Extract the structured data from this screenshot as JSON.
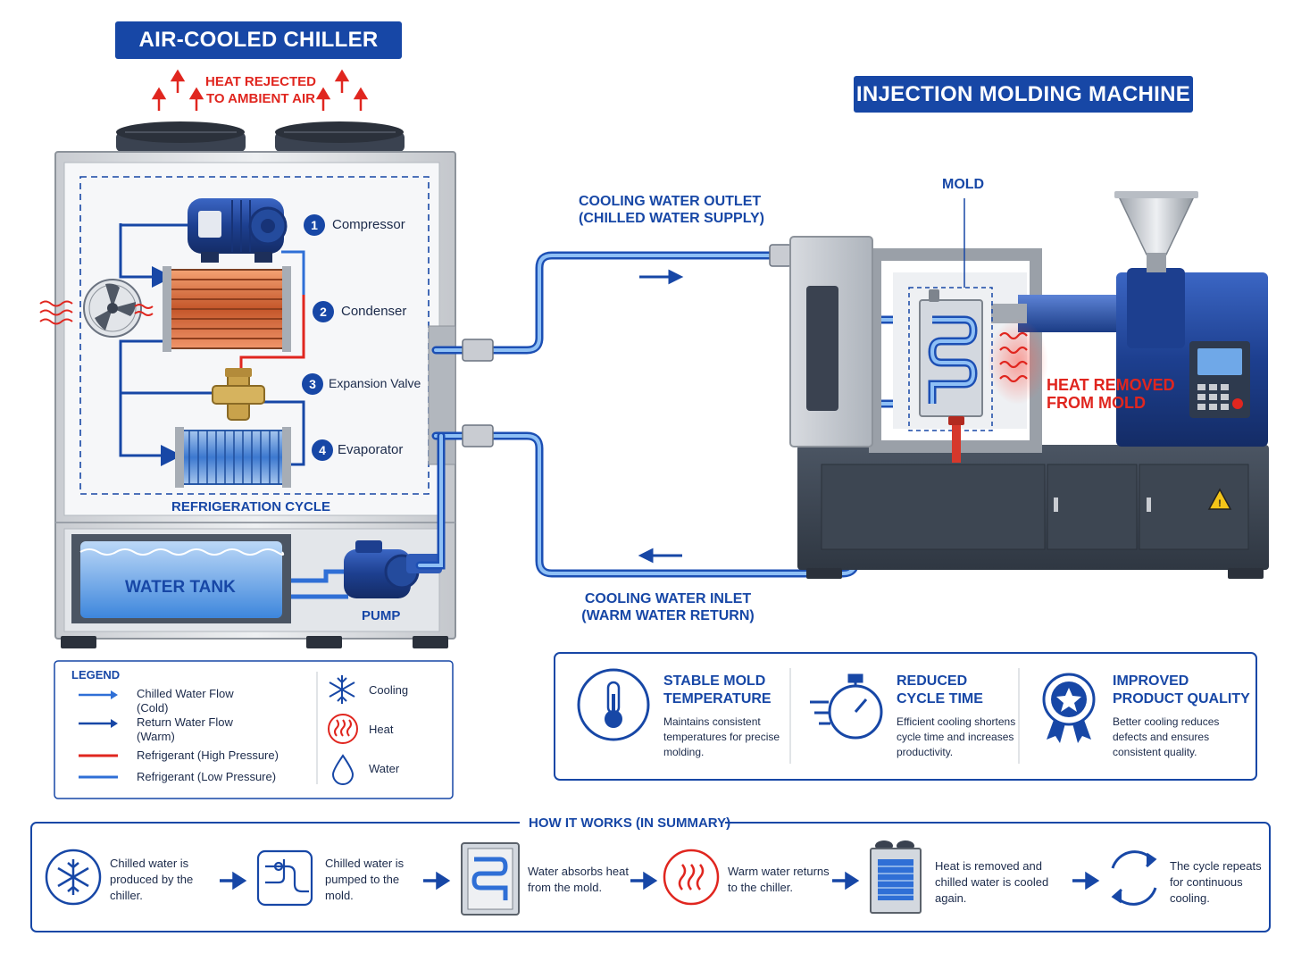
{
  "chiller": {
    "title": "AIR-COOLED CHILLER",
    "heat_rejected_line1": "HEAT REJECTED",
    "heat_rejected_line2": "TO AMBIENT AIR",
    "refrigeration_cycle": "REFRIGERATION CYCLE",
    "water_tank": "WATER TANK",
    "pump": "PUMP",
    "steps": [
      {
        "num": "1",
        "label": "Compressor"
      },
      {
        "num": "2",
        "label": "Condenser"
      },
      {
        "num": "3",
        "label": "Expansion Valve"
      },
      {
        "num": "4",
        "label": "Evaporator"
      }
    ]
  },
  "machine": {
    "title": "INJECTION MOLDING MACHINE",
    "mold": "MOLD",
    "heat_removed_line1": "HEAT REMOVED",
    "heat_removed_line2": "FROM MOLD"
  },
  "flows": {
    "outlet_line1": "COOLING WATER OUTLET",
    "outlet_line2": "(CHILLED WATER SUPPLY)",
    "inlet_line1": "COOLING WATER INLET",
    "inlet_line2": "(WARM WATER RETURN)"
  },
  "legend": {
    "title": "LEGEND",
    "items": [
      {
        "line1": "Chilled Water Flow",
        "line2": "(Cold)"
      },
      {
        "line1": "Return Water Flow",
        "line2": "(Warm)"
      },
      {
        "line1": "Refrigerant (High Pressure)",
        "line2": ""
      },
      {
        "line1": "Refrigerant (Low Pressure)",
        "line2": ""
      }
    ],
    "icons": [
      {
        "icon": "snowflake-icon",
        "label": "Cooling"
      },
      {
        "icon": "heat-icon",
        "label": "Heat"
      },
      {
        "icon": "water-drop-icon",
        "label": "Water"
      }
    ]
  },
  "benefits": [
    {
      "icon": "thermometer-icon",
      "title1": "STABLE MOLD",
      "title2": "TEMPERATURE",
      "desc": [
        "Maintains consistent",
        "temperatures for precise",
        "molding."
      ]
    },
    {
      "icon": "stopwatch-icon",
      "title1": "REDUCED",
      "title2": "CYCLE TIME",
      "desc": [
        "Efficient cooling shortens",
        "cycle time and increases",
        "productivity."
      ]
    },
    {
      "icon": "ribbon-star-icon",
      "title1": "IMPROVED",
      "title2": "PRODUCT QUALITY",
      "desc": [
        "Better cooling reduces",
        "defects and ensures",
        "consistent quality."
      ]
    }
  ],
  "summary": {
    "title": "HOW IT WORKS (IN SUMMARY)",
    "steps": [
      {
        "icon": "snowflake-icon",
        "text": [
          "Chilled water is",
          "produced by the",
          "chiller."
        ]
      },
      {
        "icon": "pump-pipes-icon",
        "text": [
          "Chilled water is",
          "pumped to the",
          "mold."
        ]
      },
      {
        "icon": "mold-icon",
        "text": [
          "Water absorbs heat",
          "from the mold."
        ]
      },
      {
        "icon": "heat-icon",
        "text": [
          "Warm water returns",
          "to the chiller."
        ]
      },
      {
        "icon": "chiller-icon",
        "text": [
          "Heat is removed and",
          "chilled water is cooled",
          "again."
        ]
      },
      {
        "icon": "cycle-icon",
        "text": [
          "The cycle repeats",
          "for continuous",
          "cooling."
        ]
      }
    ]
  },
  "colors": {
    "brand_blue": "#1747a6",
    "chilled_water": "#2f6fd6",
    "refrigerant_high": "#e0261f",
    "refrigerant_low": "#2f6fd6",
    "heat_red": "#e0261f"
  }
}
